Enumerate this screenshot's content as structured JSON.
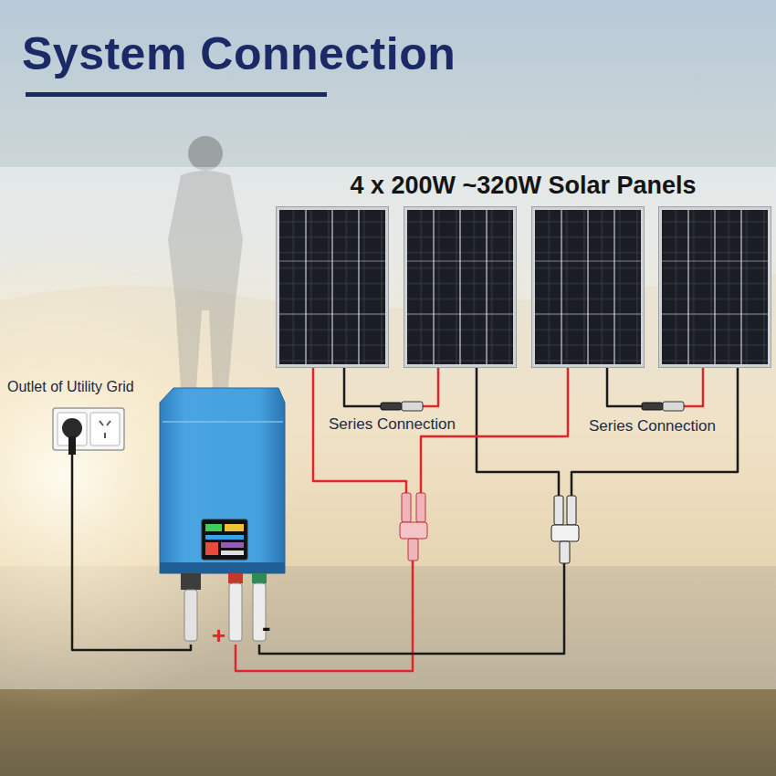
{
  "diagram": {
    "title": "System Connection",
    "nodes": [
      {
        "text": [
          "4 x 200W ~320W Solar Panels"
        ]
      },
      {
        "text": [
          "Outlet of Utility Grid"
        ]
      },
      {
        "text": [
          "+",
          "-"
        ]
      }
    ],
    "edges": [
      {
        "from": 0,
        "to": 2,
        "arrow": "none"
      },
      {
        "from": 0,
        "to": 2,
        "arrow": "none"
      },
      {
        "from": 2,
        "to": 1,
        "arrow": "none"
      }
    ],
    "labels": [
      "Series Connection",
      "Series Connection"
    ]
  }
}
